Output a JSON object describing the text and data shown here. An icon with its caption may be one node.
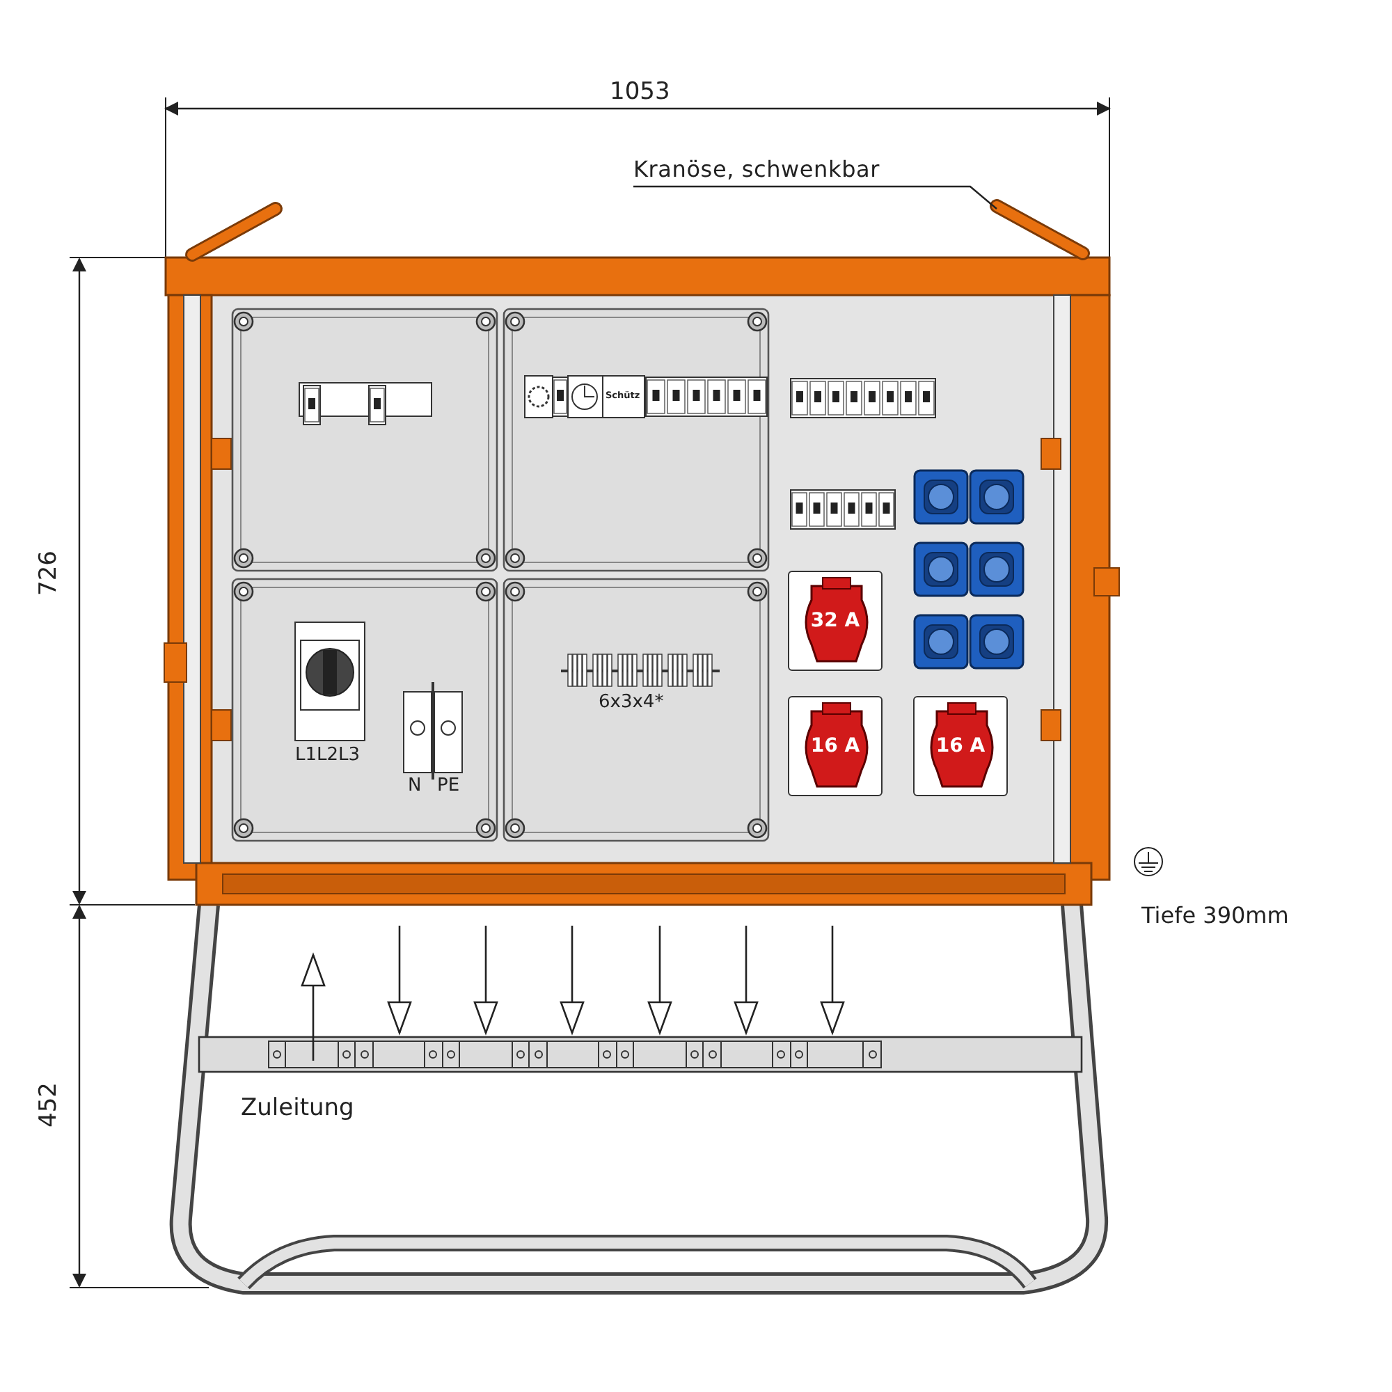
{
  "diagram": {
    "nodes": [
      {
        "text": [
          "Kranöse, schwenkbar"
        ]
      },
      {
        "text": [],
        "shape": "picture"
      },
      {
        "text": [
          "32 A"
        ]
      },
      {
        "text": [
          "16 A"
        ]
      },
      {
        "text": [
          "16 A"
        ]
      }
    ],
    "edges": [
      {
        "from": 0,
        "to": 1,
        "arrow": "none"
      }
    ],
    "labels": [
      "1053",
      "726",
      "Schütz",
      "L1L2L3",
      "N",
      "PE",
      "6x3x4*",
      "Tiefe 390mm",
      "452",
      "Zuleitung"
    ]
  }
}
